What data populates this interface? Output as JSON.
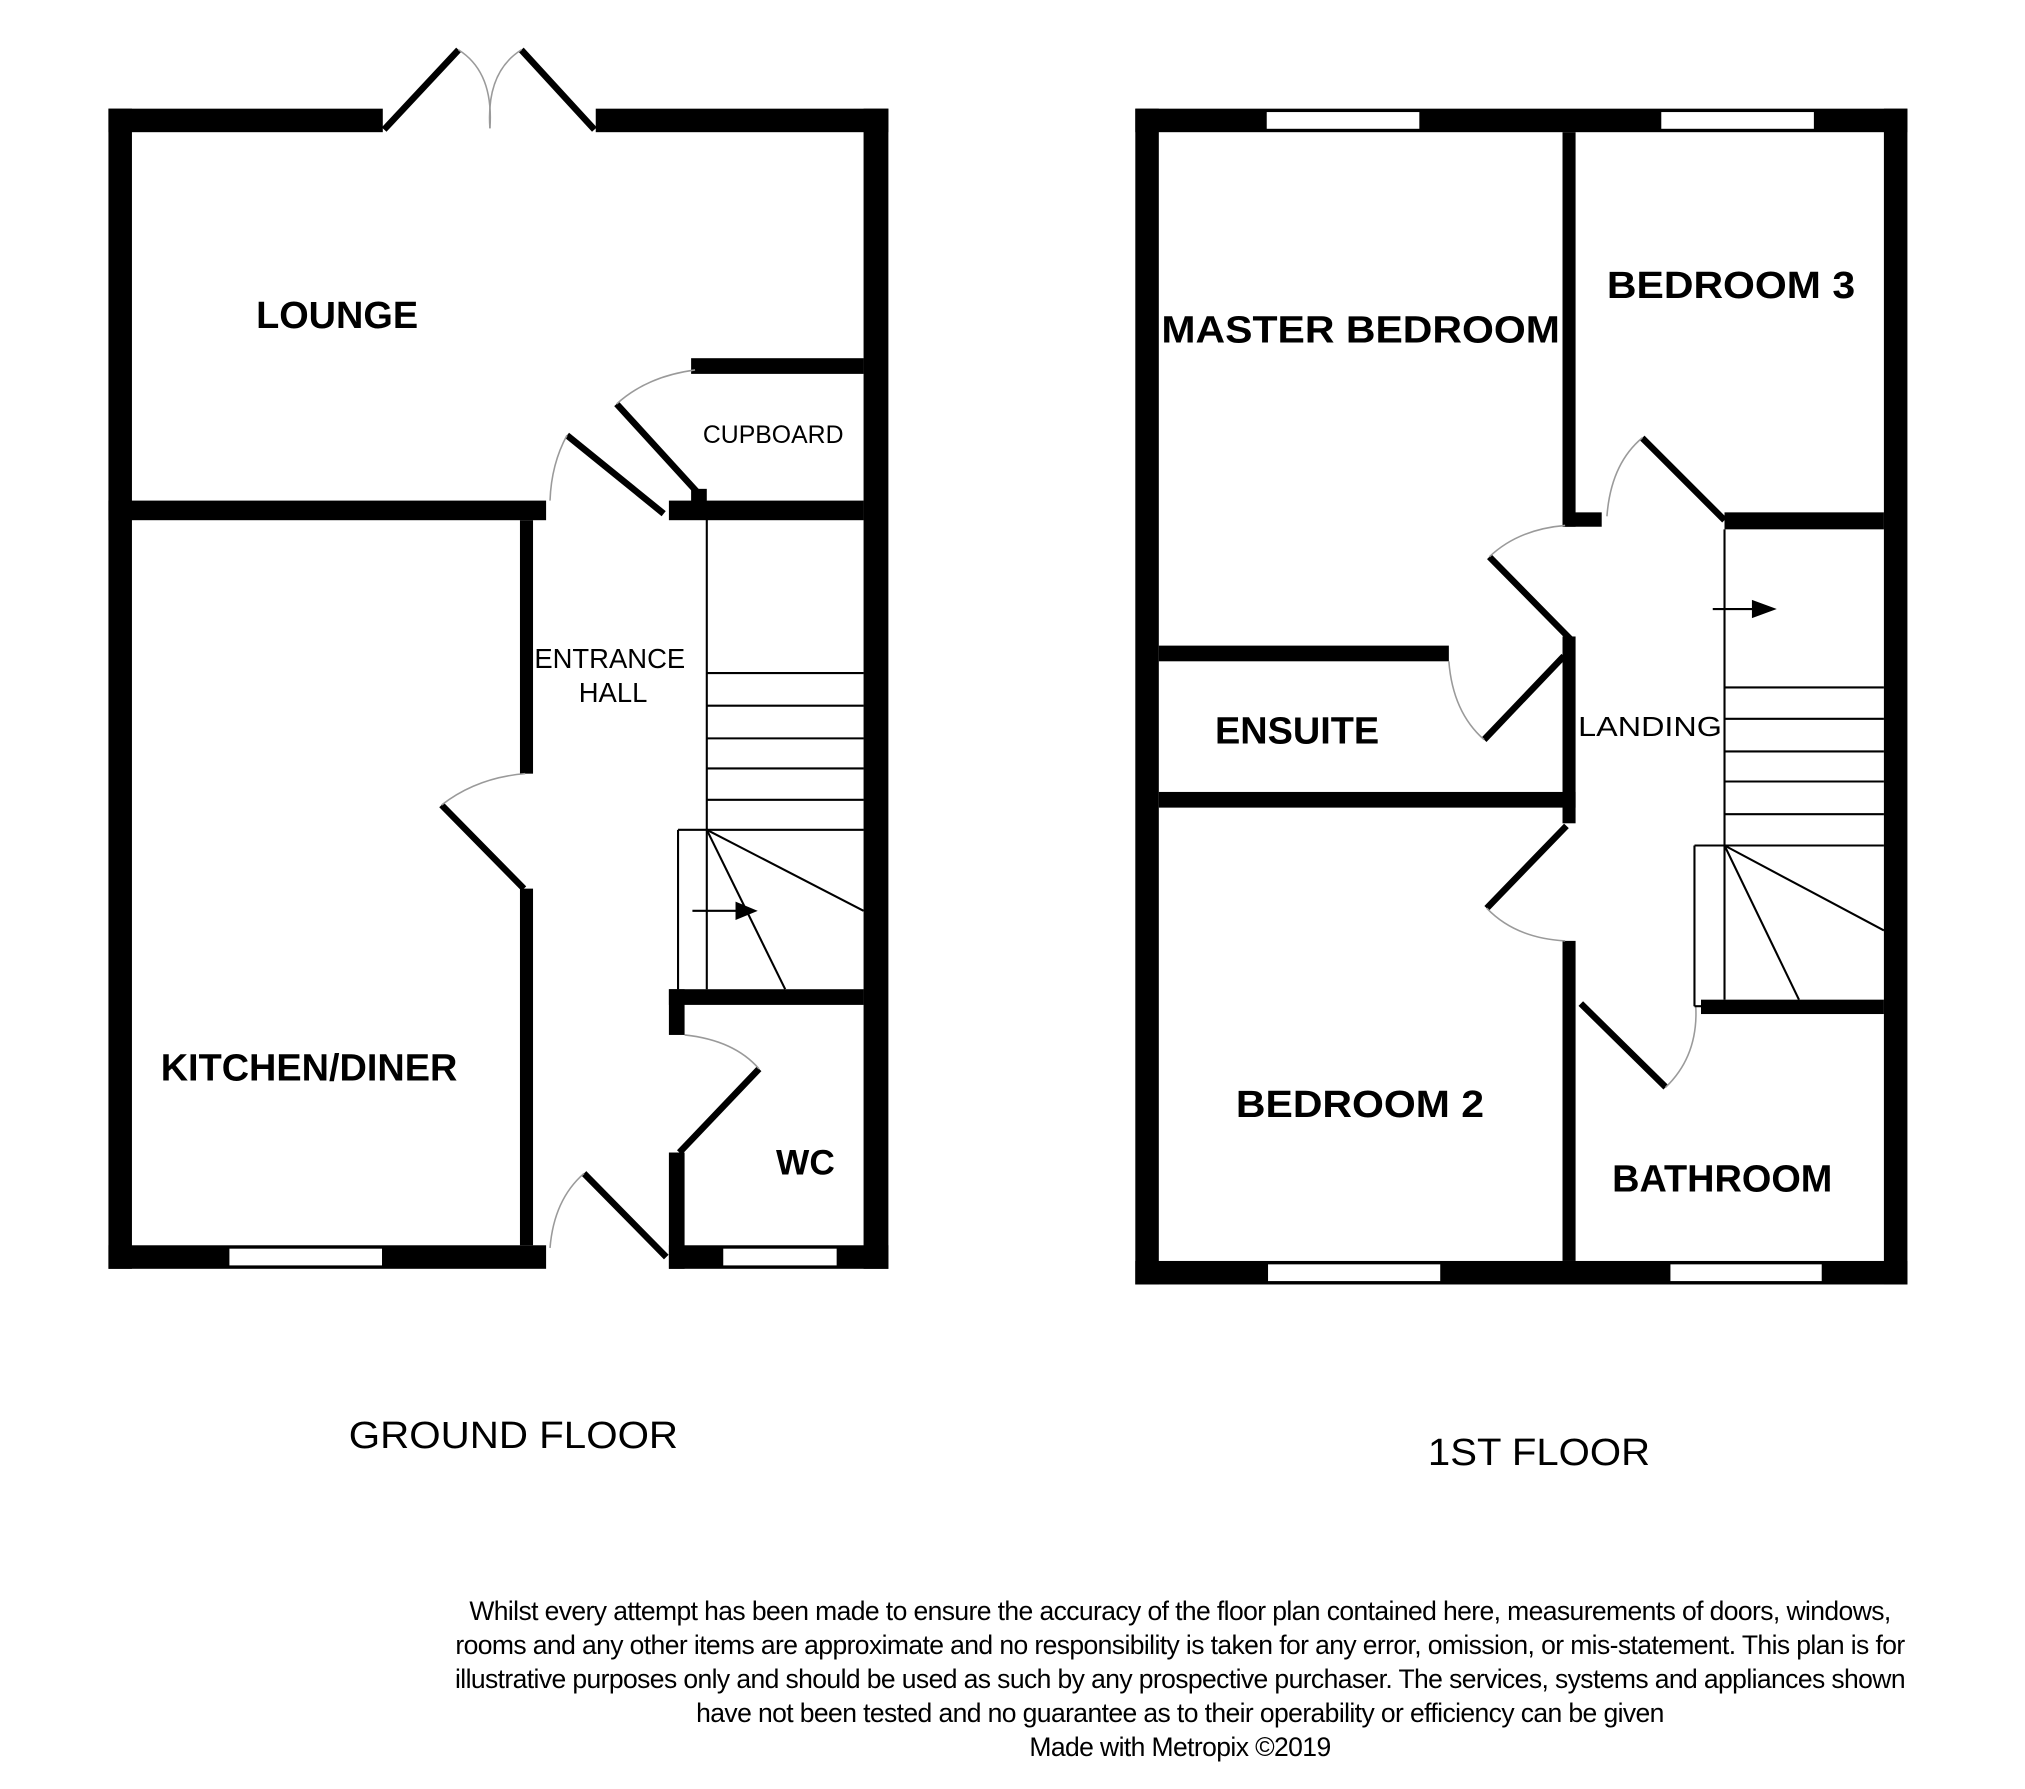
{
  "ground_floor": {
    "title": "GROUND FLOOR",
    "rooms": {
      "lounge": "LOUNGE",
      "cupboard": "CUPBOARD",
      "entrance_hall_line1": "ENTRANCE",
      "entrance_hall_line2": "HALL",
      "kitchen_diner": "KITCHEN/DINER",
      "wc": "WC"
    }
  },
  "first_floor": {
    "title": "1ST FLOOR",
    "rooms": {
      "master_bedroom": "MASTER BEDROOM",
      "bedroom_3": "BEDROOM 3",
      "ensuite": "ENSUITE",
      "landing": "LANDING",
      "bedroom_2": "BEDROOM 2",
      "bathroom": "BATHROOM"
    }
  },
  "disclaimer": {
    "text": "Whilst every attempt has been made to ensure the accuracy of the floor plan contained here, measurements of doors, windows, rooms and any other items are approximate and no responsibility is taken for any error, omission, or mis-statement. This plan is for illustrative purposes only and should be used as such by any prospective purchaser. The services, systems and appliances shown have not been tested and no guarantee as to their operability or efficiency can be given",
    "credit": "Made with Metropix ©2019"
  },
  "colors": {
    "wall": "#000000",
    "background": "#ffffff",
    "door_swing": "#9a9a9a"
  }
}
